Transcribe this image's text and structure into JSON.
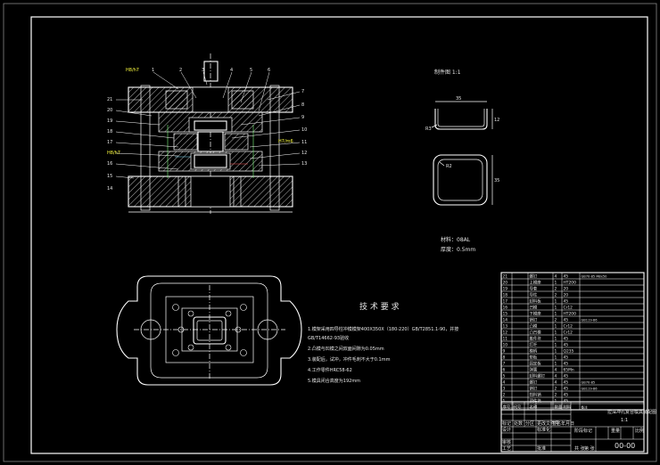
{
  "drawing": {
    "part_view_title": "制件图  1:1",
    "part_dim_width": "35",
    "part_dim_height": "35",
    "part_dim_depth": "12",
    "part_dim_radius": "R3",
    "part_dim_thickness": "R2",
    "material_line": "材料：08AL",
    "thickness_line": "厚度：0.5mm",
    "section_label_left": "H8/h7",
    "section_label_mid": "H8/h7",
    "section_label_right": "H7/m6",
    "callouts_top": [
      "1",
      "2",
      "3",
      "4",
      "5",
      "6"
    ],
    "callouts_left": [
      "21",
      "20",
      "19",
      "18",
      "17",
      "16",
      "15",
      "14"
    ],
    "callouts_right": [
      "7",
      "8",
      "9",
      "10",
      "11",
      "12",
      "13"
    ]
  },
  "tech_requirements": {
    "title": "技 术 要 求",
    "items": [
      "1.模架采用四导柱冲模模架400X350X（180-220）GB/T2851.1-90，并按",
      "GB/T14662-93验收",
      "2.凸模与凹模之间双面间隙为0.05mm",
      "3.装配后，试冲，冲件毛刺不大于0.1mm",
      "4.工作零件HRC58-62",
      "5.模具闭合高度为192mm"
    ]
  },
  "bom": {
    "rows": [
      {
        "no": "21",
        "code": "",
        "name": "螺钉",
        "qty": "4",
        "mat": "45",
        "note": "GB70-85 M8x50"
      },
      {
        "no": "20",
        "code": "",
        "name": "上模座",
        "qty": "1",
        "mat": "HT200",
        "note": ""
      },
      {
        "no": "19",
        "code": "",
        "name": "导套",
        "qty": "2",
        "mat": "20",
        "note": ""
      },
      {
        "no": "18",
        "code": "",
        "name": "导柱",
        "qty": "2",
        "mat": "20",
        "note": ""
      },
      {
        "no": "17",
        "code": "",
        "name": "卸料板",
        "qty": "1",
        "mat": "45",
        "note": ""
      },
      {
        "no": "16",
        "code": "",
        "name": "凹模",
        "qty": "1",
        "mat": "Cr12",
        "note": ""
      },
      {
        "no": "15",
        "code": "",
        "name": "下模座",
        "qty": "1",
        "mat": "HT200",
        "note": ""
      },
      {
        "no": "14",
        "code": "",
        "name": "销钉",
        "qty": "2",
        "mat": "45",
        "note": "GB119-86"
      },
      {
        "no": "13",
        "code": "",
        "name": "凸模",
        "qty": "1",
        "mat": "Cr12",
        "note": ""
      },
      {
        "no": "12",
        "code": "",
        "name": "凸凹模",
        "qty": "1",
        "mat": "Cr12",
        "note": ""
      },
      {
        "no": "11",
        "code": "",
        "name": "推件块",
        "qty": "1",
        "mat": "45",
        "note": ""
      },
      {
        "no": "10",
        "code": "",
        "name": "打杆",
        "qty": "1",
        "mat": "45",
        "note": ""
      },
      {
        "no": "9",
        "code": "",
        "name": "模柄",
        "qty": "1",
        "mat": "Q235",
        "note": ""
      },
      {
        "no": "8",
        "code": "",
        "name": "垫板",
        "qty": "1",
        "mat": "45",
        "note": ""
      },
      {
        "no": "7",
        "code": "",
        "name": "固定板",
        "qty": "1",
        "mat": "45",
        "note": ""
      },
      {
        "no": "6",
        "code": "",
        "name": "弹簧",
        "qty": "4",
        "mat": "65Mn",
        "note": ""
      },
      {
        "no": "5",
        "code": "",
        "name": "卸料螺钉",
        "qty": "4",
        "mat": "45",
        "note": ""
      },
      {
        "no": "4",
        "code": "",
        "name": "螺钉",
        "qty": "4",
        "mat": "45",
        "note": "GB70-85"
      },
      {
        "no": "3",
        "code": "",
        "name": "销钉",
        "qty": "2",
        "mat": "45",
        "note": "GB119-86"
      },
      {
        "no": "2",
        "code": "",
        "name": "挡料销",
        "qty": "2",
        "mat": "45",
        "note": ""
      },
      {
        "no": "1",
        "code": "",
        "name": "顶件块",
        "qty": "1",
        "mat": "45",
        "note": ""
      }
    ],
    "header": {
      "no": "序号",
      "code": "代号",
      "name": "名称",
      "qty": "数量",
      "mat": "材料",
      "note": "备注"
    }
  },
  "title_block": {
    "part_title": "拉深冲孔复合模具装配图",
    "drawing_no": "00-00",
    "scale": "1:1",
    "labels": [
      "标记",
      "处数",
      "分区",
      "更改文件号",
      "签名",
      "年月日"
    ],
    "labels2": [
      "设计",
      "标准化",
      "阶段标记",
      "重量",
      "比例"
    ],
    "labels3": [
      "审核",
      "工艺",
      "批准",
      "共 张",
      "第 张"
    ]
  }
}
